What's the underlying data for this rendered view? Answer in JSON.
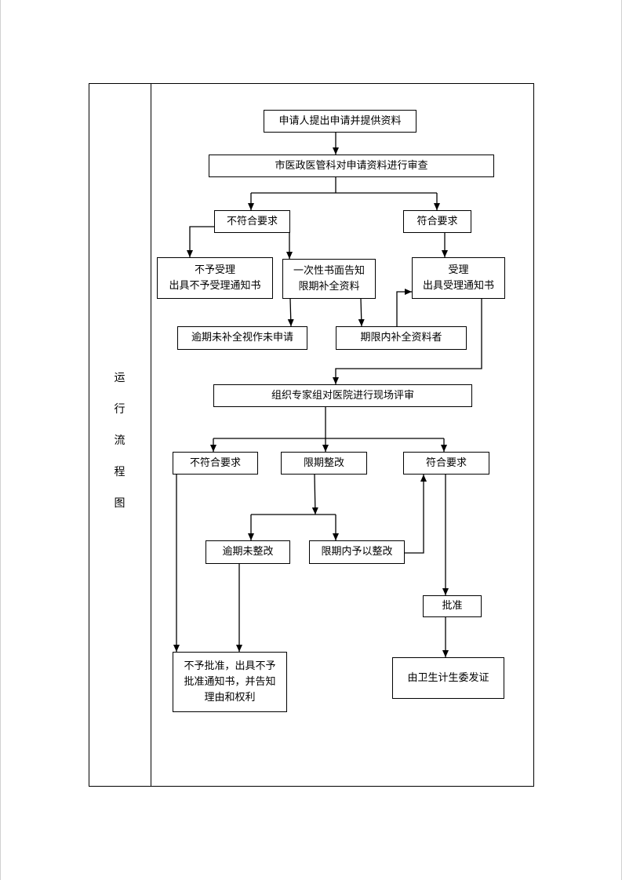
{
  "side_label": [
    "运",
    "行",
    "流",
    "程",
    "图"
  ],
  "nodes": {
    "apply": "申请人提出申请并提供资料",
    "review": "市医政医管科对申请资料进行审查",
    "not_meet_1": "不符合要求",
    "meet_1": "符合要求",
    "reject_accept": "不予受理\n出具不予受理通知书",
    "notify_supplement": "一次性书面告知\n限期补全资料",
    "accept": "受理\n出具受理通知书",
    "overdue_supplement": "逾期未补全视作未申请",
    "supplement_in_time": "期限内补全资料者",
    "expert_review": "组织专家组对医院进行现场评审",
    "not_meet_2": "不符合要求",
    "rectify": "限期整改",
    "meet_2": "符合要求",
    "overdue_rectify": "逾期未整改",
    "rectified_in_time": "限期内予以整改",
    "approve": "批准",
    "reject_approve": "不予批准，出具不予\n批准通知书，并告知\n理由和权利",
    "certificate": "由卫生计生委发证"
  }
}
